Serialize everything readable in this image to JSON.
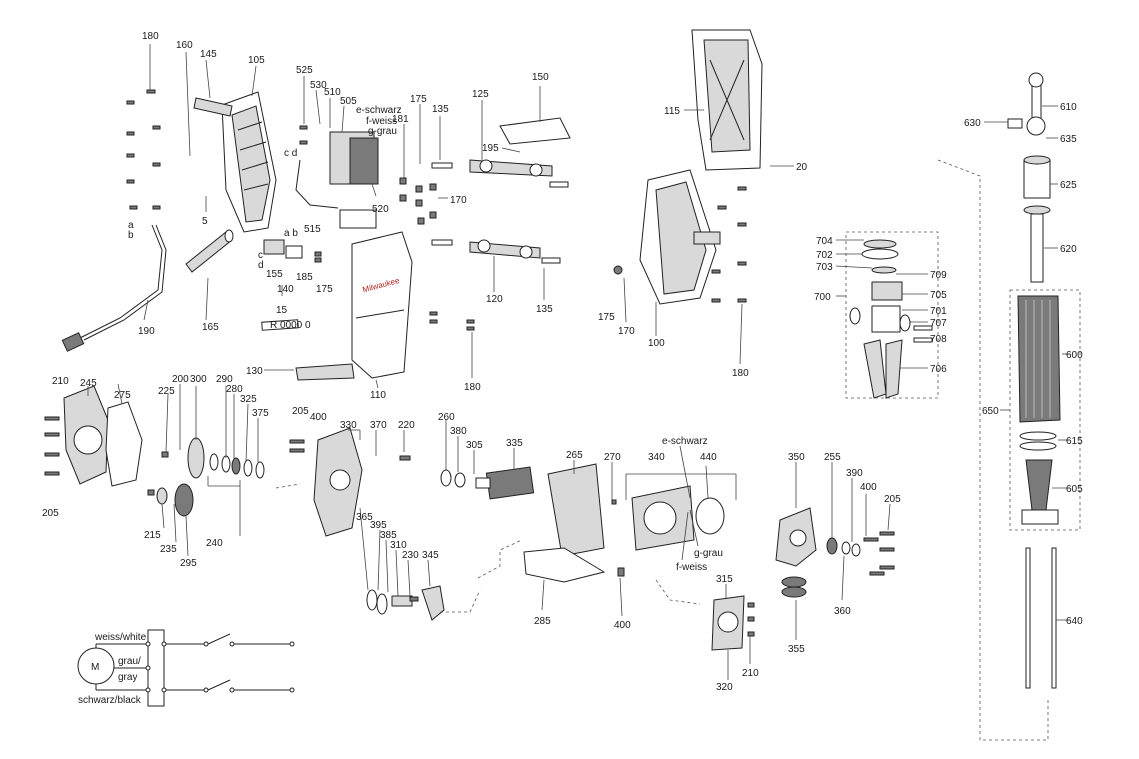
{
  "labels": {
    "l180a": "180",
    "l160": "160",
    "l145": "145",
    "l105": "105",
    "l525": "525",
    "l530": "530",
    "l510": "510",
    "l505": "505",
    "l_eschwarz1": "e-schwarz",
    "l_fweiss1": "f-weiss",
    "l_ggrau1": "g-grau",
    "l175a": "175",
    "l135a": "135",
    "l125": "125",
    "l150": "150",
    "l195": "195",
    "l181": "181",
    "l170a": "170",
    "l520": "520",
    "l5": "5",
    "l_cd": "c d",
    "l_a": "a",
    "l_b": "b",
    "l515": "515",
    "l_ab": "a b",
    "l_c": "c",
    "l_d": "d",
    "l155": "155",
    "l185": "185",
    "l175b": "175",
    "l140": "140",
    "l190": "190",
    "l165": "165",
    "l15": "15",
    "l110": "110",
    "l130": "130",
    "l120": "120",
    "l135b": "135",
    "l180b": "180",
    "l115": "115",
    "l20": "20",
    "l175c": "175",
    "l170b": "170",
    "l100": "100",
    "l180c": "180",
    "l610": "610",
    "l630": "630",
    "l635": "635",
    "l625": "625",
    "l620": "620",
    "l704": "704",
    "l702": "702",
    "l703": "703",
    "l709": "709",
    "l705": "705",
    "l700": "700",
    "l701": "701",
    "l707": "707",
    "l708": "708",
    "l706": "706",
    "l600": "600",
    "l650": "650",
    "l615": "615",
    "l605": "605",
    "l640": "640",
    "l210a": "210",
    "l245": "245",
    "l275": "275",
    "l205a": "205",
    "l225": "225",
    "l200": "200",
    "l300": "300",
    "l290": "290",
    "l280": "280",
    "l325": "325",
    "l375": "375",
    "l215": "215",
    "l235": "235",
    "l295": "295",
    "l240": "240",
    "l205b": "205",
    "l400a": "400",
    "l330": "330",
    "l370": "370",
    "l220": "220",
    "l365": "365",
    "l395": "395",
    "l385": "385",
    "l310": "310",
    "l230": "230",
    "l345": "345",
    "l260": "260",
    "l380": "380",
    "l305": "305",
    "l335": "335",
    "l265": "265",
    "l270": "270",
    "l285": "285",
    "l400b": "400",
    "l340": "340",
    "l_eschwarz2": "e-schwarz",
    "l440": "440",
    "l_ggrau2": "g-grau",
    "l_fweiss2": "f-weiss",
    "l315": "315",
    "l320": "320",
    "l210b": "210",
    "l350": "350",
    "l355": "355",
    "l255": "255",
    "l390": "390",
    "l400c": "400",
    "l205c": "205",
    "l360": "360"
  },
  "wiring": {
    "motor_symbol": "M",
    "white": "weiss/white",
    "gray_line1": "grau/",
    "gray_line2": "gray",
    "black": "schwarz/black"
  },
  "branding": {
    "housing_logo": "Milwaukee",
    "switch_plate_text": "R 0000 0"
  }
}
